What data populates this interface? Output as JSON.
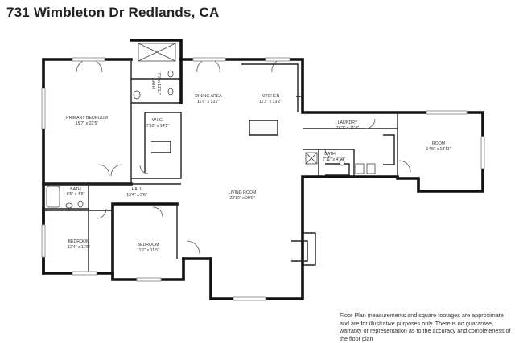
{
  "title": "731 Wimbleton Dr Redlands, CA",
  "rooms": [
    {
      "name": "PRIMARY BEDROOM",
      "dims": "15'7\" x 22'5\""
    },
    {
      "name": "BATH",
      "dims": "7'9\" x 11'11\""
    },
    {
      "name": "W.I.C.",
      "dims": "7'10\" x 14'2\""
    },
    {
      "name": "DINING AREA",
      "dims": "11'6\" x 13'7\""
    },
    {
      "name": "KITCHEN",
      "dims": "11'3\" x 13'2\""
    },
    {
      "name": "LAUNDRY",
      "dims": "16'7\" x 11'4\""
    },
    {
      "name": "ROOM",
      "dims": "14'5\" x 13'11\""
    },
    {
      "name": "BATH",
      "dims": "7'11\" x 4'10\""
    },
    {
      "name": "BATH",
      "dims": "8'5\" x 4'6\""
    },
    {
      "name": "HALL",
      "dims": "15'4\" x 5'6\""
    },
    {
      "name": "LIVING ROOM",
      "dims": "22'10\" x 29'9\""
    },
    {
      "name": "BEDROOM",
      "dims": "12'4\" x 11'5\""
    },
    {
      "name": "BEDROOM",
      "dims": "11'1\" x 11'5\""
    }
  ],
  "disclaimer": "Floor Plan measurements and square footages are approximate and are for illustrative purposes only. There is no guarantee, warranty or representation as to the accuracy and completeness of the floor plan"
}
